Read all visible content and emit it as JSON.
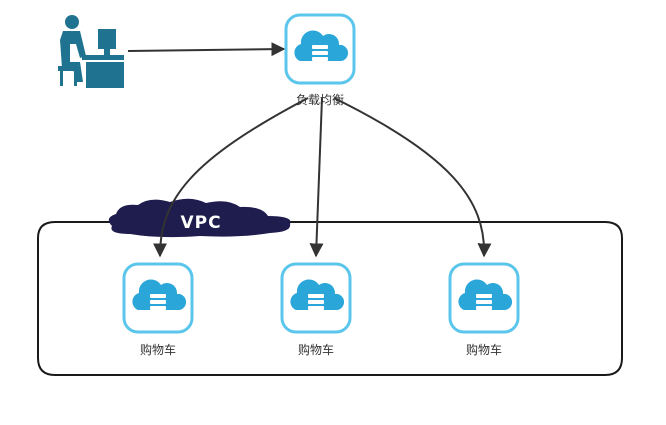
{
  "nodes": {
    "user": {
      "icon": "user-at-computer-icon"
    },
    "load_balancer": {
      "label": "负载均衡",
      "icon": "cloud-server-icon"
    },
    "vpc": {
      "label": "VPC",
      "icon": "cloud-badge-icon"
    },
    "servers": [
      {
        "label": "购物车",
        "icon": "cloud-server-icon"
      },
      {
        "label": "购物车",
        "icon": "cloud-server-icon"
      },
      {
        "label": "购物车",
        "icon": "cloud-server-icon"
      }
    ]
  },
  "edges": [
    {
      "from": "user",
      "to": "load_balancer"
    },
    {
      "from": "load_balancer",
      "to": "servers.0"
    },
    {
      "from": "load_balancer",
      "to": "servers.1"
    },
    {
      "from": "load_balancer",
      "to": "servers.2"
    }
  ],
  "colors": {
    "icon_border": "#5bc6ec",
    "icon_fill": "#2aa6d8",
    "user_icon": "#1f7391",
    "vpc_badge": "#1f1d4e",
    "edge": "#333333"
  }
}
